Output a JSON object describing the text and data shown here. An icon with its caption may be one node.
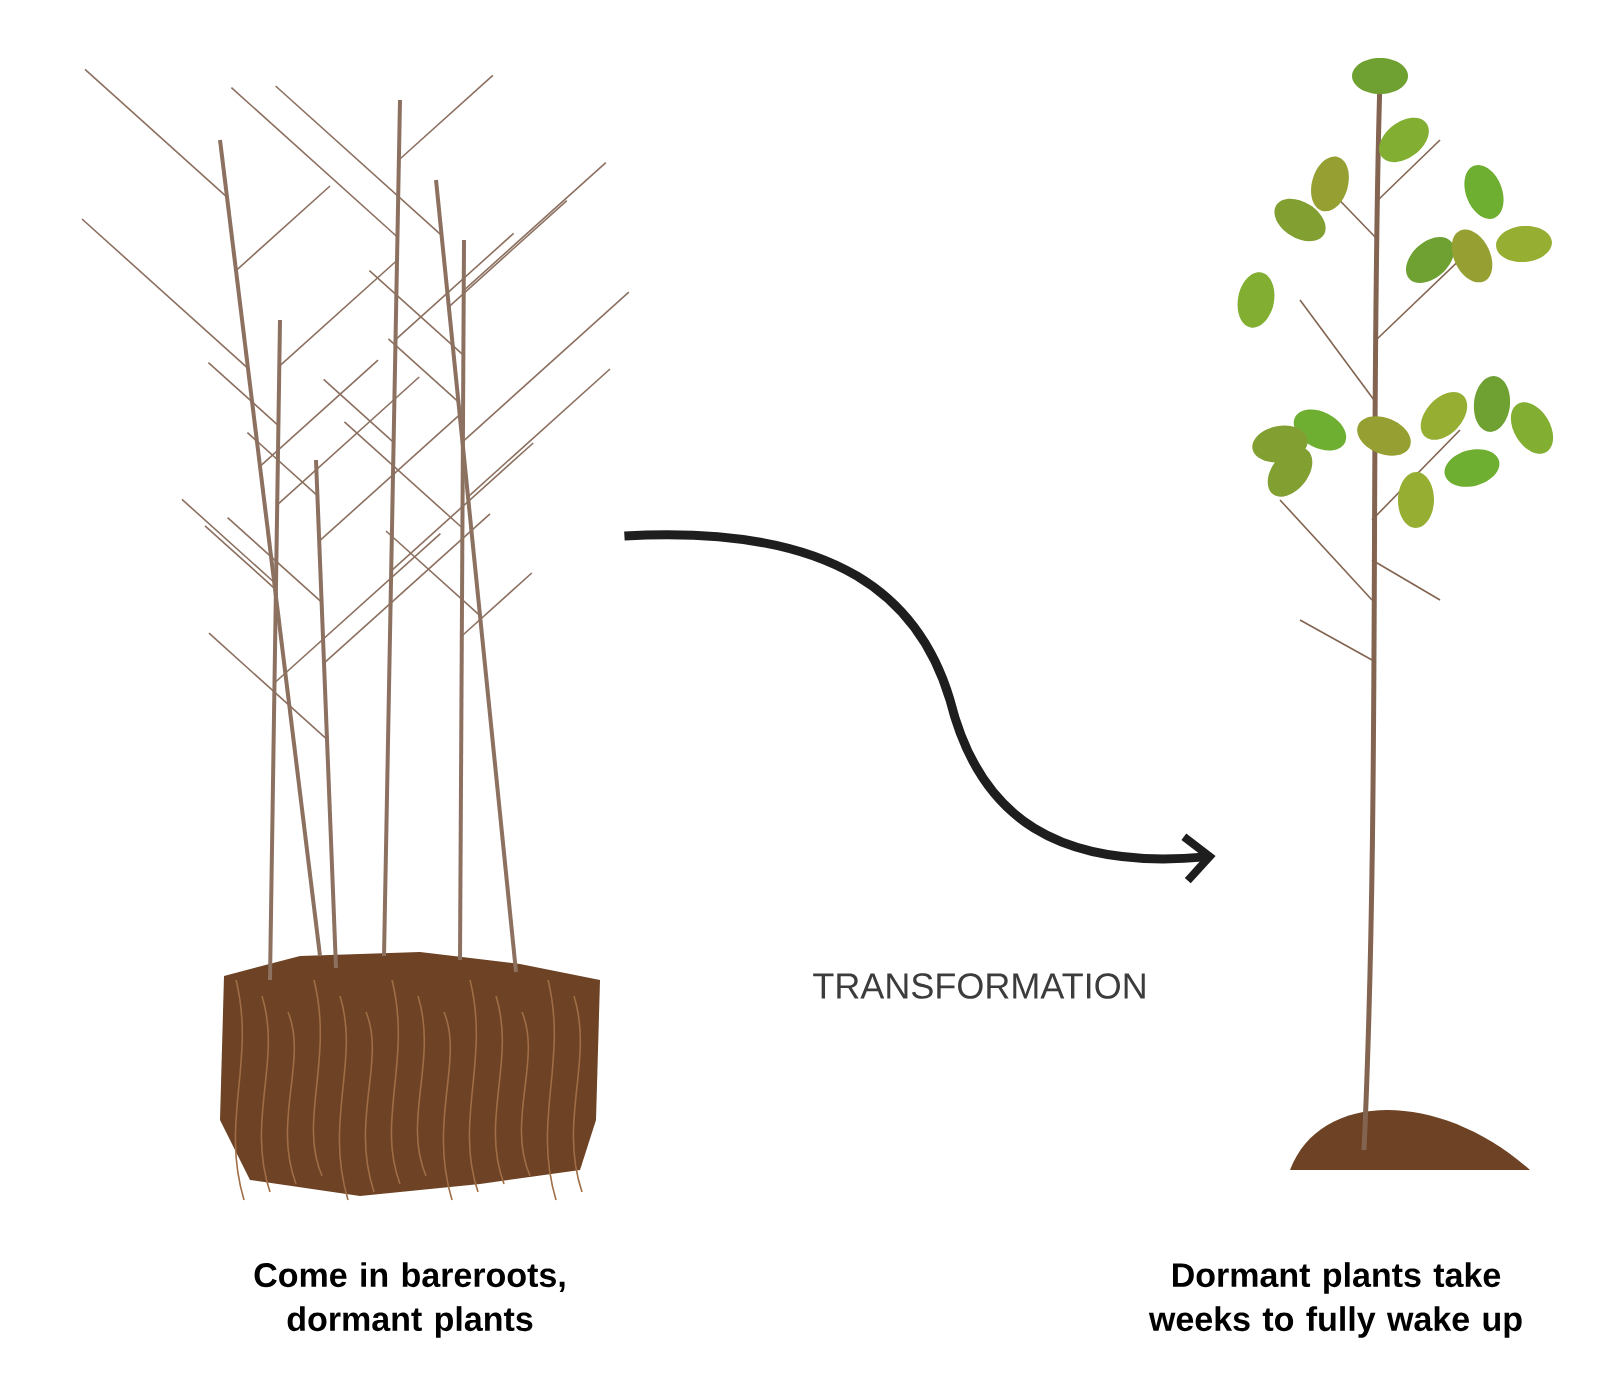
{
  "diagram": {
    "nodes": [
      {
        "text": [],
        "shape": "picture",
        "beside": [
          "Come in bareroots, dormant plants"
        ]
      },
      {
        "text": [],
        "shape": "picture",
        "beside": [
          "Dormant plants take weeks to fully wake up"
        ]
      }
    ],
    "edges": [
      {
        "from": 0,
        "to": 1,
        "arrow": "to",
        "label": "TRANSFORMATION"
      }
    ]
  }
}
